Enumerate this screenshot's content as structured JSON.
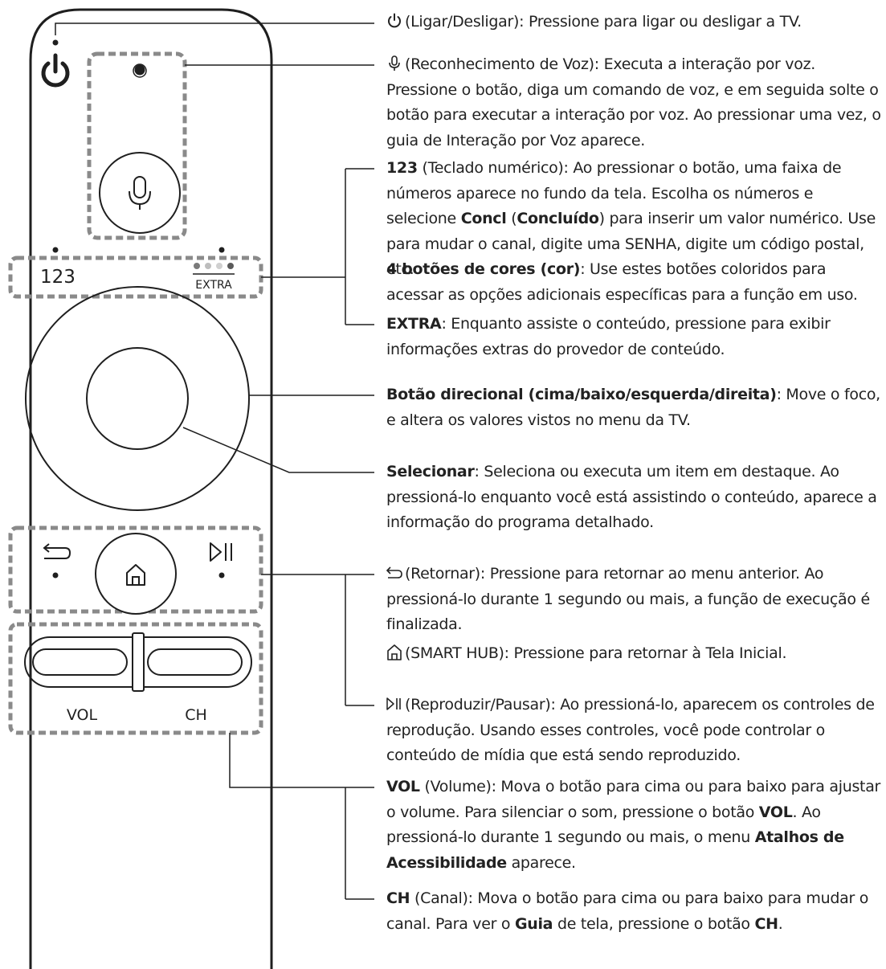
{
  "remote": {
    "btn_123": "123",
    "btn_extra": "EXTRA",
    "vol": "VOL",
    "ch": "CH",
    "color_dots": [
      "#7a7a7a",
      "#bdbdbd",
      "#d0d0d0",
      "#5a5a5a"
    ]
  },
  "icons": {
    "power": "power-icon",
    "mic": "microphone-icon",
    "back": "return-arrow-icon",
    "home": "home-icon",
    "playpause": "play-pause-icon"
  },
  "items": {
    "power": {
      "name": "(Ligar/Desligar)",
      "text": ": Pressione para ligar ou desligar a TV."
    },
    "voice": {
      "name": "(Reconhecimento de Voz)",
      "text": ": Executa a interação por voz. Pressione o botão, diga um comando de voz, e em seguida solte o botão para executar a interação por voz. Ao pressionar uma vez, o guia de Interação por Voz aparece."
    },
    "keypad": {
      "bold": "123",
      "t1": " (Teclado numérico): Ao pressionar o botão, uma faixa de números aparece no fundo da tela. Escolha os números e selecione ",
      "b2": "Concl",
      "t2": " (",
      "b3": "Concluído",
      "t3": ") para inserir um valor numérico. Use para mudar o canal, digite uma SENHA, digite um código postal, etc."
    },
    "colors": {
      "bold": "4 botões de cores (cor)",
      "text": ": Use estes botões coloridos para acessar as opções adicionais específicas para a função em uso."
    },
    "extra": {
      "bold": "EXTRA",
      "text": ": Enquanto assiste o conteúdo, pressione para exibir informações extras do provedor de conteúdo."
    },
    "dpad": {
      "bold": "Botão direcional (cima/baixo/esquerda/direita)",
      "text": ": Move o foco, e altera os valores vistos no menu da TV."
    },
    "select": {
      "bold": "Selecionar",
      "text": ": Seleciona ou executa um item em destaque. Ao pressioná-lo enquanto você está assistindo o conteúdo, aparece a informação do programa detalhado."
    },
    "back": {
      "text": "(Retornar): Pressione para retornar ao menu anterior. Ao pressioná-lo durante 1 segundo ou mais, a função de execução é finalizada."
    },
    "home": {
      "text": "(SMART HUB): Pressione para retornar à Tela Inicial."
    },
    "play": {
      "text": "(Reproduzir/Pausar): Ao pressioná-lo, aparecem os controles de reprodução. Usando esses controles, você pode controlar o conteúdo de mídia que está sendo reproduzido."
    },
    "vol": {
      "bold": "VOL",
      "t1": " (Volume): Mova o botão para cima ou para baixo para ajustar o volume. Para silenciar o som, pressione o botão ",
      "b2": "VOL",
      "t2": ". Ao pressioná-lo durante 1 segundo ou mais, o menu ",
      "b3": "Atalhos de Acessibilidade",
      "t3": " aparece."
    },
    "ch": {
      "bold": "CH",
      "t1": " (Canal): Mova o botão para cima ou para baixo para mudar o canal. Para ver o ",
      "b2": "Guia",
      "t2": " de tela, pressione o botão ",
      "b3": "CH",
      "t3": "."
    }
  }
}
